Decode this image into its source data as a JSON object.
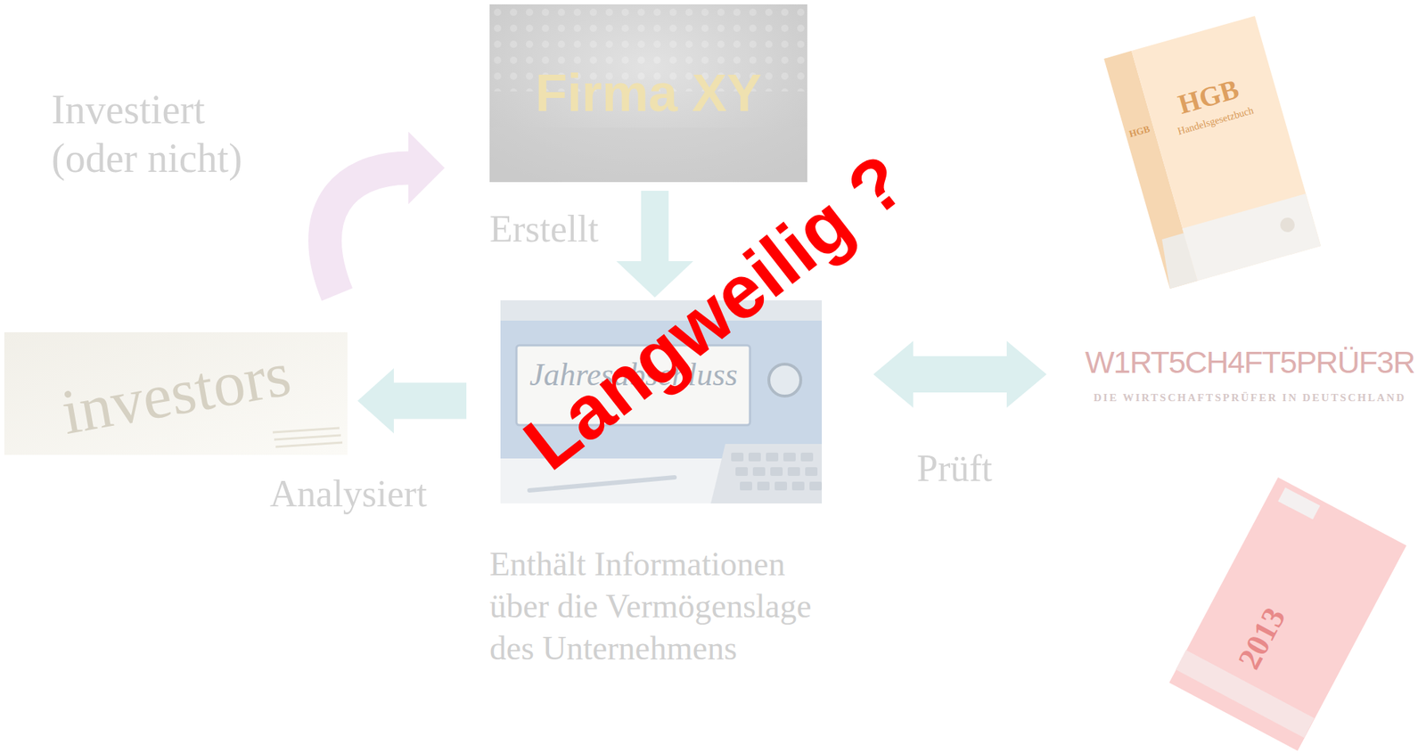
{
  "diagram": {
    "nodes": [
      {
        "text": [
          "Firma XY"
        ]
      },
      {
        "text": [
          "Jahresabschluss",
          "Enthält Informationen über die Vermögenslage des Unternehmens"
        ]
      },
      {
        "text": [
          "investors"
        ]
      },
      {
        "text": [
          "W1RT5CH4FT5PRÜF3R",
          "DIE WIRTSCHAFTSPRÜFER IN DEUTSCHLAND"
        ]
      }
    ],
    "edges": [
      {
        "from": 0,
        "to": 1,
        "arrow": "to",
        "label": "Erstellt"
      },
      {
        "from": 1,
        "to": 2,
        "arrow": "to",
        "label": "Analysiert"
      },
      {
        "from": 2,
        "to": 0,
        "arrow": "to",
        "label": "Investiert (oder nicht)"
      },
      {
        "from": 1,
        "to": 3,
        "arrow": "both",
        "label": "Prüft"
      }
    ],
    "labels": [
      "Langweilig ?",
      "HGB",
      "HGB",
      "Handelsgesetzbuch",
      "2013"
    ]
  }
}
